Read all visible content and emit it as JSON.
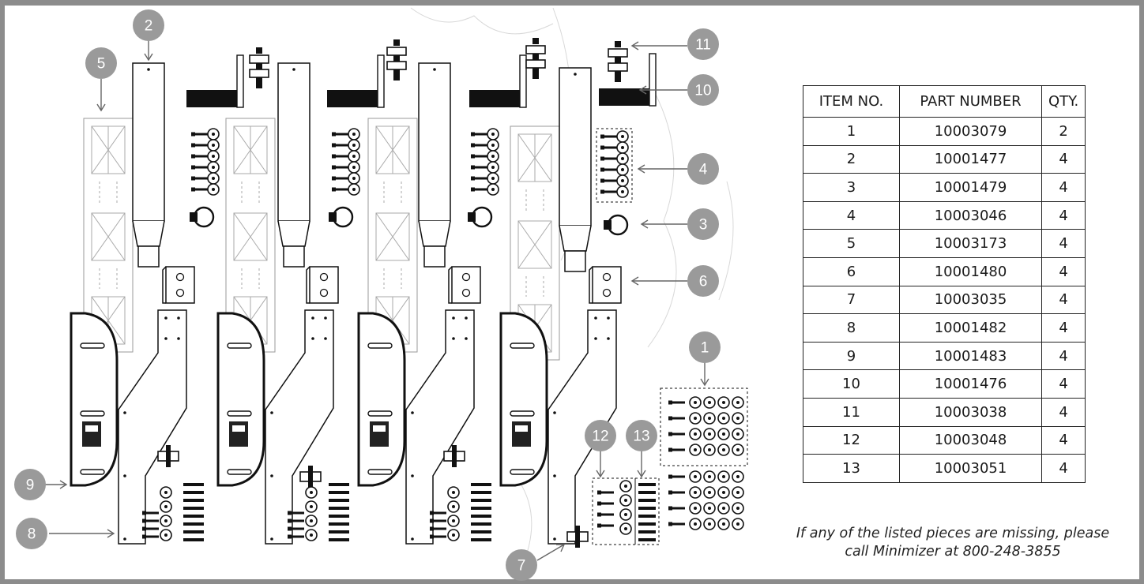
{
  "callouts": [
    "1",
    "2",
    "3",
    "4",
    "5",
    "6",
    "7",
    "8",
    "9",
    "10",
    "11",
    "12",
    "13"
  ],
  "table": {
    "headers": [
      "ITEM NO.",
      "PART NUMBER",
      "QTY."
    ],
    "rows": [
      [
        "1",
        "10003079",
        "2"
      ],
      [
        "2",
        "10001477",
        "4"
      ],
      [
        "3",
        "10001479",
        "4"
      ],
      [
        "4",
        "10003046",
        "4"
      ],
      [
        "5",
        "10003173",
        "4"
      ],
      [
        "6",
        "10001480",
        "4"
      ],
      [
        "7",
        "10003035",
        "4"
      ],
      [
        "8",
        "10001482",
        "4"
      ],
      [
        "9",
        "10001483",
        "4"
      ],
      [
        "10",
        "10001476",
        "4"
      ],
      [
        "11",
        "10003038",
        "4"
      ],
      [
        "12",
        "10003048",
        "4"
      ],
      [
        "13",
        "10003051",
        "4"
      ]
    ]
  },
  "note": {
    "line1": "If any of the listed pieces are missing, please",
    "line2": "call Minimizer at 800-248-3855"
  },
  "colors": {
    "frame": "#8c8c8c",
    "callout": "#9a9a9a",
    "ink": "#111111"
  }
}
